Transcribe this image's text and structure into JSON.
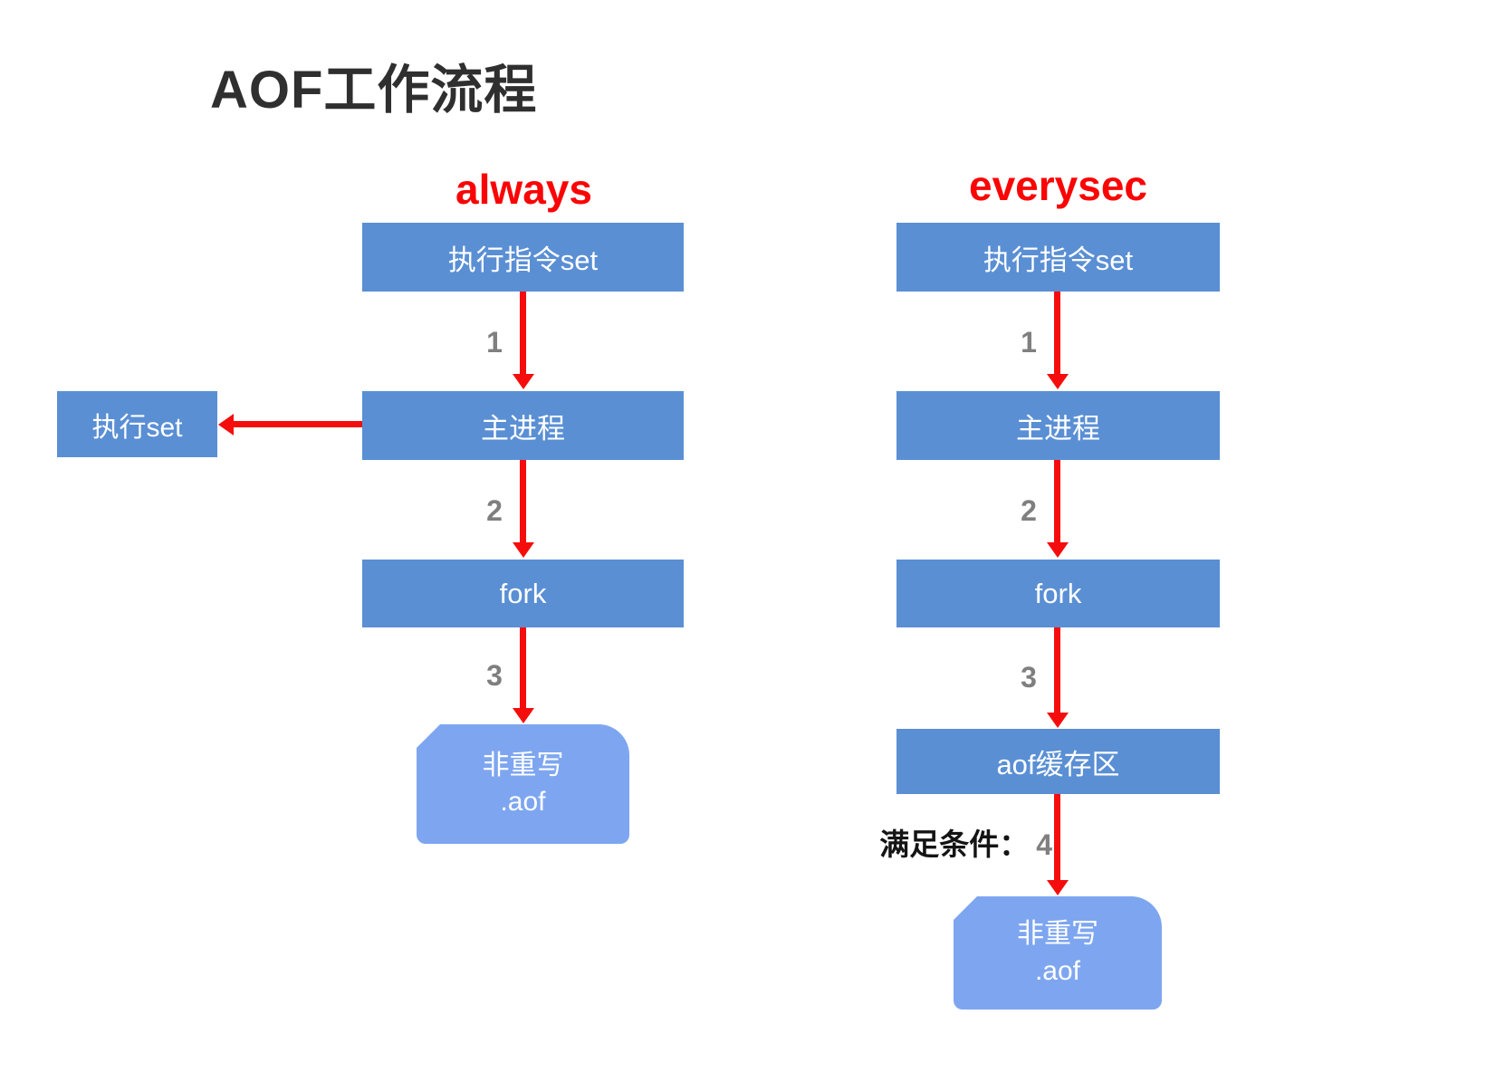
{
  "title": "AOF工作流程",
  "left": {
    "header": "always",
    "box1": "执行指令set",
    "step1": "1",
    "box2": "主进程",
    "side_box": "执行set",
    "step2": "2",
    "box3": "fork",
    "step3": "3",
    "file_box": {
      "line1": "非重写",
      "line2": ".aof"
    }
  },
  "right": {
    "header": "everysec",
    "box1": "执行指令set",
    "step1": "1",
    "box2": "主进程",
    "step2": "2",
    "box3": "fork",
    "step3": "3",
    "box4": "aof缓存区",
    "condition_label": "满足条件：",
    "step4": "4",
    "file_box": {
      "line1": "非重写",
      "line2": ".aof"
    }
  },
  "colors": {
    "box_blue": "#5A8FD4",
    "file_blue": "#7EA6F0",
    "arrow_red": "#F50D0D",
    "header_red": "#FA0505",
    "label_gray": "#7F7F7F",
    "title_color": "#2F2F2F"
  }
}
